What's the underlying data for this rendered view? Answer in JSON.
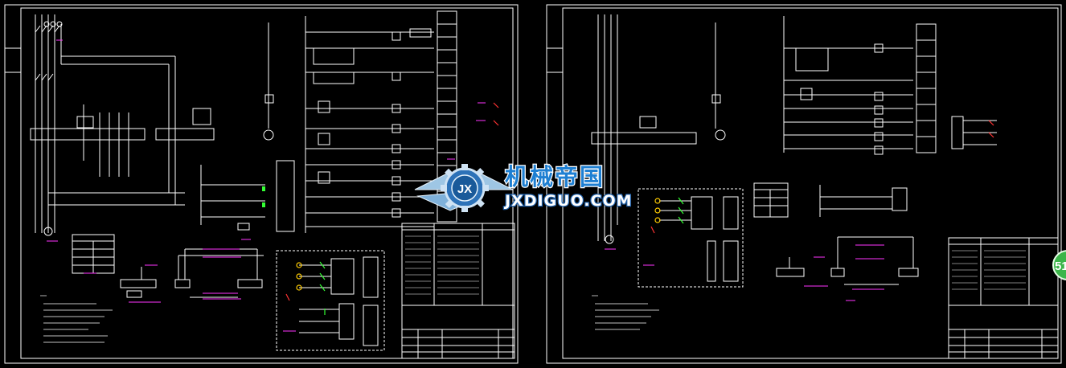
{
  "watermark": {
    "logo_letters": "JX",
    "title_zh": "机械帝国",
    "title_en": "JXDIGUO.COM"
  },
  "page_badge": "51",
  "colors": {
    "background": "#000000",
    "line": "#ffffff",
    "accent_magenta": "#ff33ff",
    "accent_green": "#33ff33",
    "accent_red": "#ff3333",
    "accent_yellow": "#ffcc00",
    "watermark_blue": "#1e7fd2",
    "badge_green": "#3cb54a"
  }
}
